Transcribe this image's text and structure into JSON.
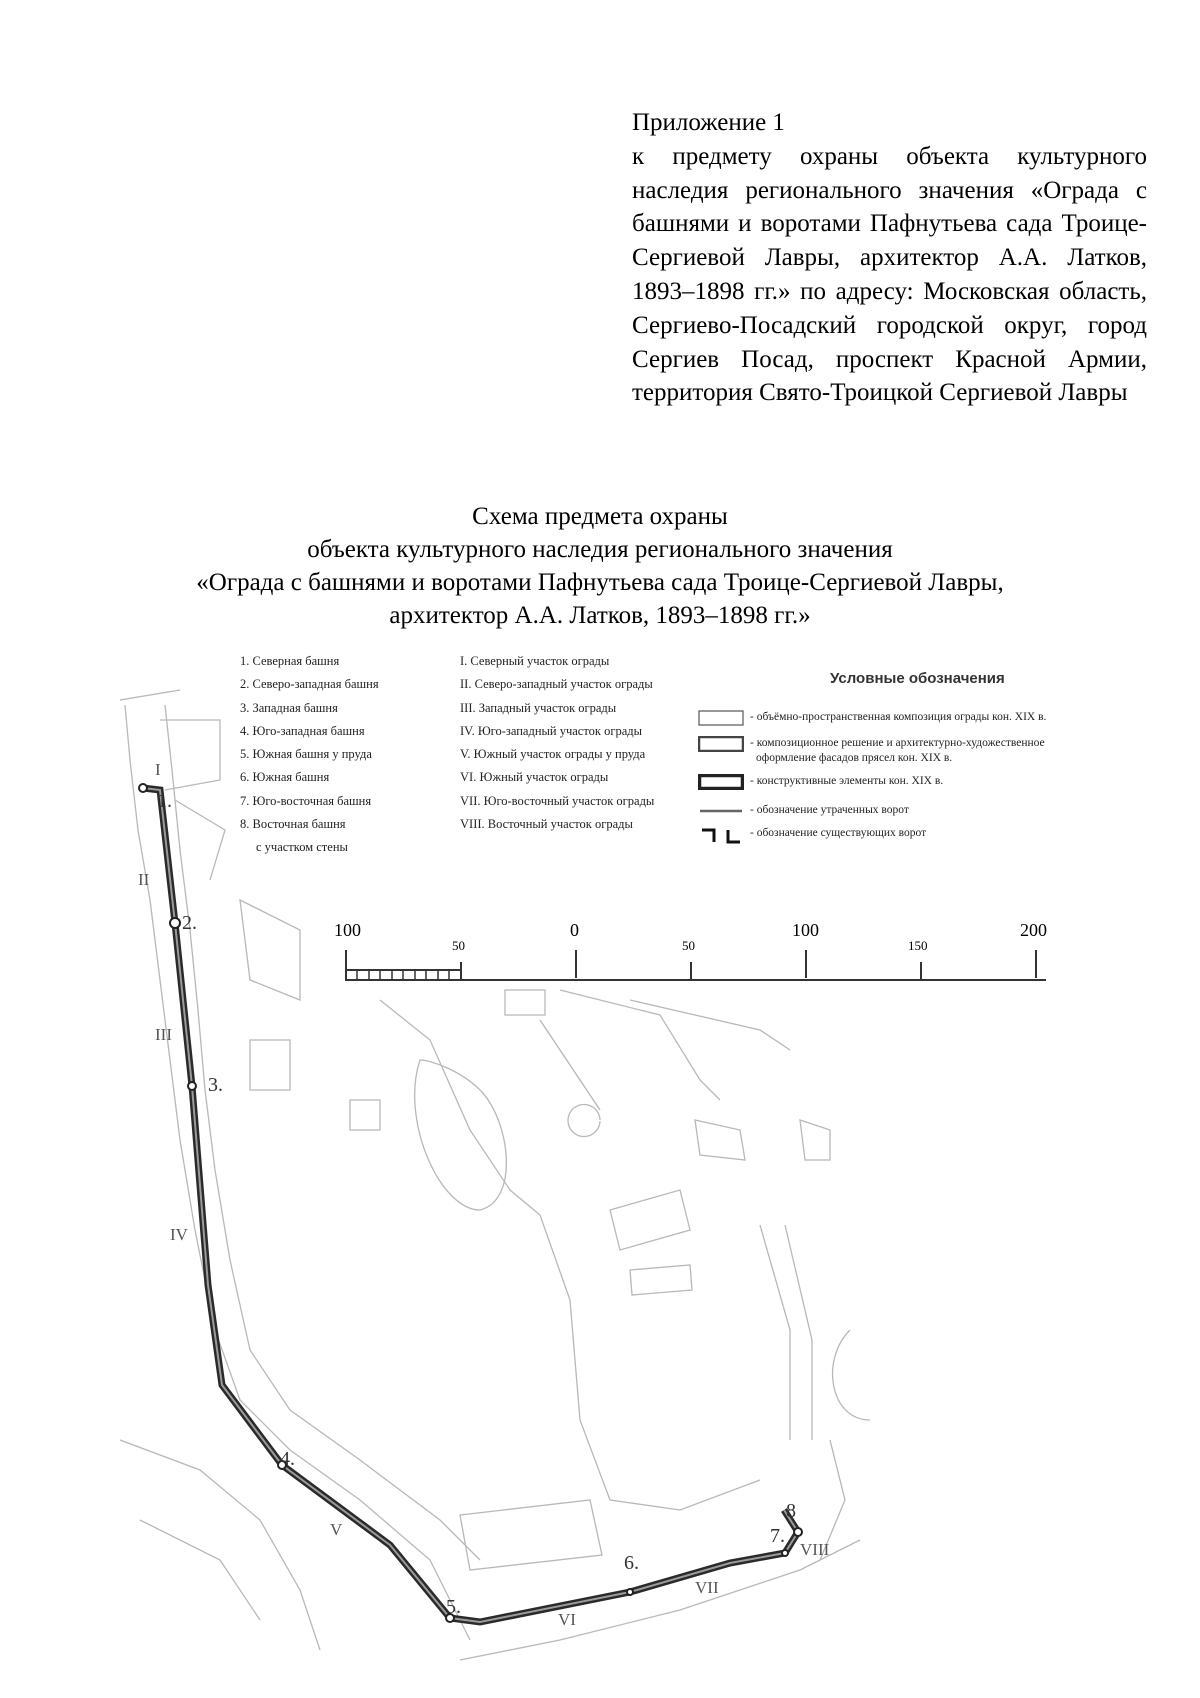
{
  "appendix": {
    "head": "Приложение 1",
    "body": "к предмету охраны объекта культурного наследия регионального значения «Ограда с башнями и воротами Пафнутьева сада Троице-Сергиевой Лавры, архитектор А.А. Латков, 1893–1898 гг.» по адресу: Московская область, Сергиево-Посадский городской округ, город Сергиев Посад, проспект Красной Армии, территория Свято-Троицкой Сергиевой Лавры"
  },
  "title": {
    "line1": "Схема предмета охраны",
    "line2": "объекта культурного наследия регионального значения",
    "line3": "«Ограда с башнями и воротами Пафнутьева сада Троице-Сергиевой Лавры,",
    "line4": "архитектор А.А. Латков, 1893–1898 гг.»"
  },
  "towers": [
    "1. Северная башня",
    "2. Северо-западная башня",
    "3. Западная башня",
    "4. Юго-западная башня",
    "5. Южная башня у пруда",
    "6. Южная башня",
    "7. Юго-восточная башня",
    "8. Восточная башня",
    "с участком стены"
  ],
  "sections": [
    "I. Северный участок ограды",
    "II. Северо-западный участок ограды",
    "III. Западный участок ограды",
    "IV. Юго-западный участок ограды",
    "V. Южный участок ограды у пруда",
    "VI. Южный участок ограды",
    "VII. Юго-восточный участок ограды",
    "VIII. Восточный участок ограды"
  ],
  "legend": {
    "title": "Условные обозначения",
    "items": [
      "- объёмно-пространственная композиция ограды кон. XIX в.",
      "- композиционное решение и архитектурно-художественное",
      "оформление фасадов прясел кон. XIX в.",
      "- конструктивные элементы кон. XIX в.",
      "- обозначение утраченных ворот",
      "- обозначение существующих ворот"
    ]
  },
  "scale": {
    "major": [
      "100",
      "0",
      "100",
      "200"
    ],
    "minor": [
      "50",
      "50",
      "150"
    ]
  },
  "map_labels": {
    "towers": [
      "1.",
      "2.",
      "3.",
      "4.",
      "5.",
      "6.",
      "7.",
      "8"
    ],
    "sections": [
      "I",
      "II",
      "III",
      "IV",
      "V",
      "VI",
      "VII",
      "VIII"
    ]
  },
  "colors": {
    "fence": "#3a3a3a",
    "basemap": "#b8b8b8",
    "text": "#000000"
  }
}
